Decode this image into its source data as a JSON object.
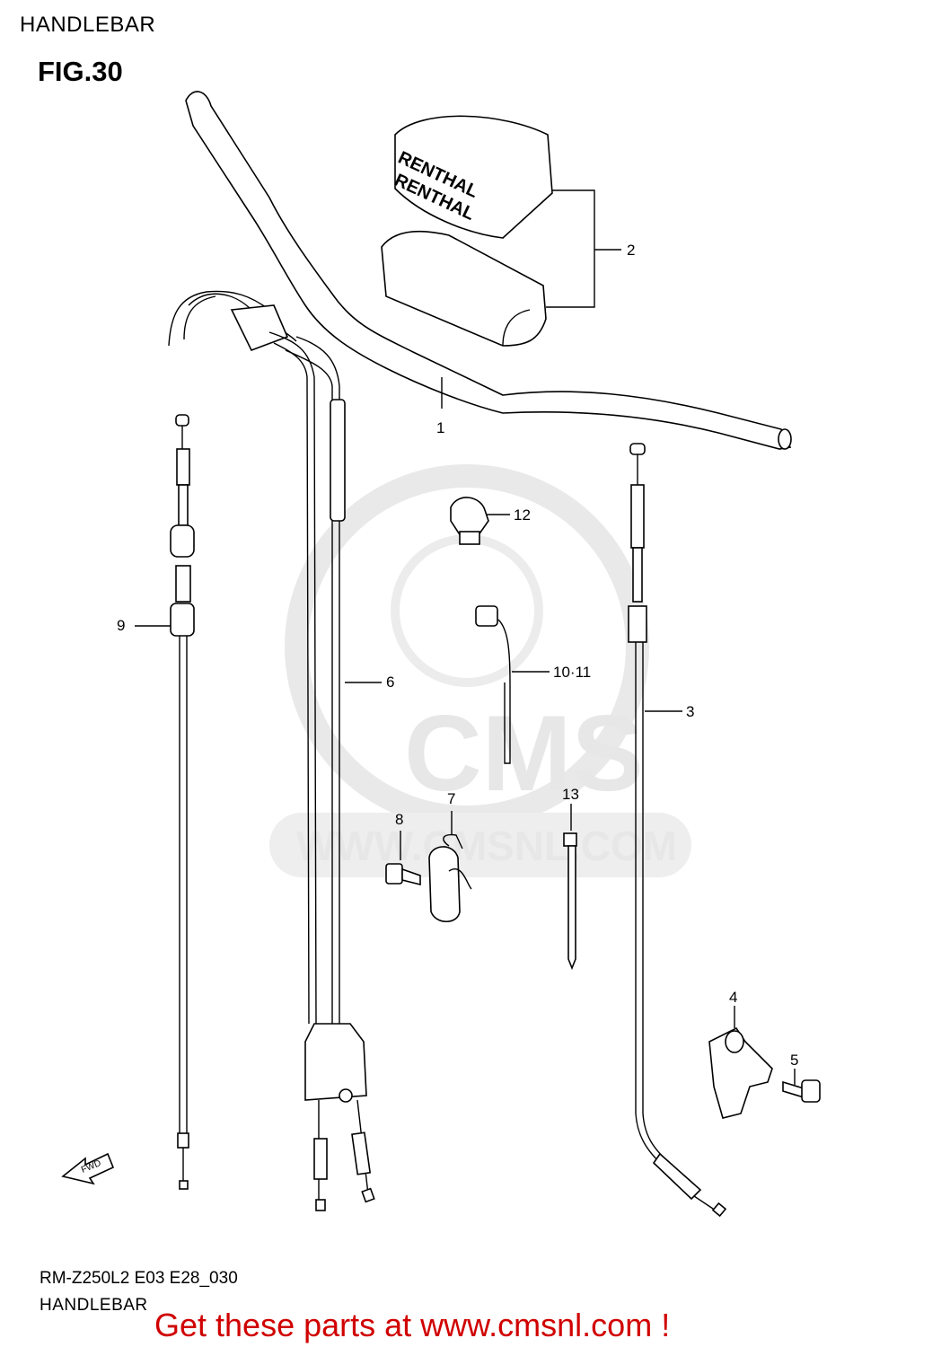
{
  "header": {
    "section": "HANDLEBAR",
    "figure": "FIG.30"
  },
  "callouts": [
    "1",
    "2",
    "3",
    "4",
    "5",
    "6",
    "7",
    "8",
    "9",
    "10·11",
    "12",
    "13"
  ],
  "parts": {
    "handlebar_label": "1",
    "pad_label": "2",
    "clutch_cable_label": "3",
    "holder_label": "4",
    "bolt_label": "5",
    "throttle_cable_label": "6",
    "clamp_label": "7",
    "screw_label": "8",
    "hot_start_cable_label": "9",
    "clamp_pair_label": "10·11",
    "clip_label": "12",
    "tie_label": "13"
  },
  "pad_brand": "RENTHAL",
  "fwd_label": "FWD",
  "watermark": {
    "big": "CMS",
    "url": "WWW.CMSNL.COM"
  },
  "footer": {
    "model": "RM-Z250L2  E03  E28_030",
    "section": "HANDLEBAR"
  },
  "cta": "Get these parts at www.cmsnl.com !",
  "colors": {
    "cta": "#d00000",
    "watermark": "#e7e7e7",
    "line": "#000000"
  }
}
